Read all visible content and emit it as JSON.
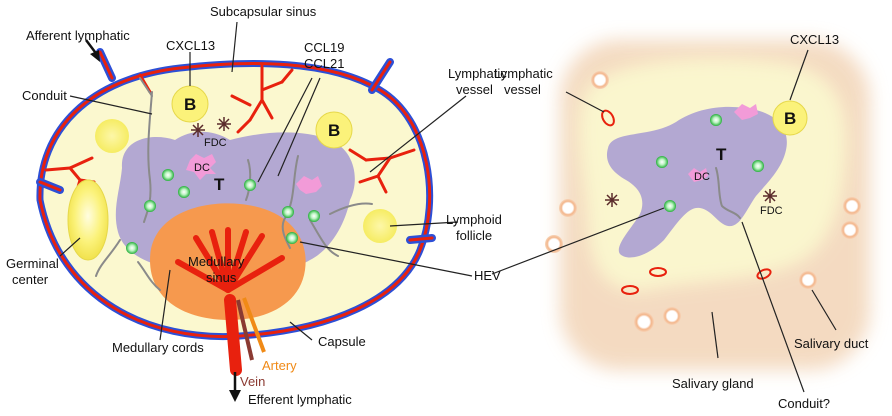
{
  "left_panel": {
    "labels": {
      "afferent_lymphatic": "Afferent lymphatic",
      "subcapsular_sinus": "Subcapsular sinus",
      "cxcl13": "CXCL13",
      "ccl19": "CCL19",
      "ccl21": "CCL21",
      "lymphatic_vessel_line1": "Lymphatic",
      "lymphatic_vessel_line2": "vessel",
      "conduit": "Conduit",
      "fdc": "FDC",
      "dc": "DC",
      "t_zone": "T",
      "b_follicle": "B",
      "lymphoid_follicle_line1": "Lymphoid",
      "lymphoid_follicle_line2": "follicle",
      "germinal_center_line1": "Germinal",
      "germinal_center_line2": "center",
      "medullary_sinus_line1": "Medullary",
      "medullary_sinus_line2": "sinus",
      "hev": "HEV",
      "medullary_cords": "Medullary cords",
      "capsule": "Capsule",
      "artery": "Artery",
      "vein": "Vein",
      "efferent_lymphatic": "Efferent lymphatic"
    }
  },
  "right_panel": {
    "labels": {
      "lymphatic_vessel_line1": "Lymphatic",
      "lymphatic_vessel_line2": "vessel",
      "cxcl13": "CXCL13",
      "b_follicle": "B",
      "t_zone": "T",
      "dc": "DC",
      "fdc": "FDC",
      "salivary_gland": "Salivary gland",
      "salivary_duct": "Salivary duct",
      "conduit_question": "Conduit?"
    }
  },
  "colors": {
    "capsule_blue": "#2d4fd6",
    "sinus_red": "#e8210e",
    "node_fill": "#fbf8cf",
    "t_zone_purple": "#b3a8d2",
    "medulla_orange": "#f6994e",
    "follicle_yellow": "#fbf27a",
    "hev_green": "#2fc246",
    "dc_pink": "#f29bd8",
    "artery_orange": "#f08a16",
    "vein_brown": "#8b3a32"
  }
}
